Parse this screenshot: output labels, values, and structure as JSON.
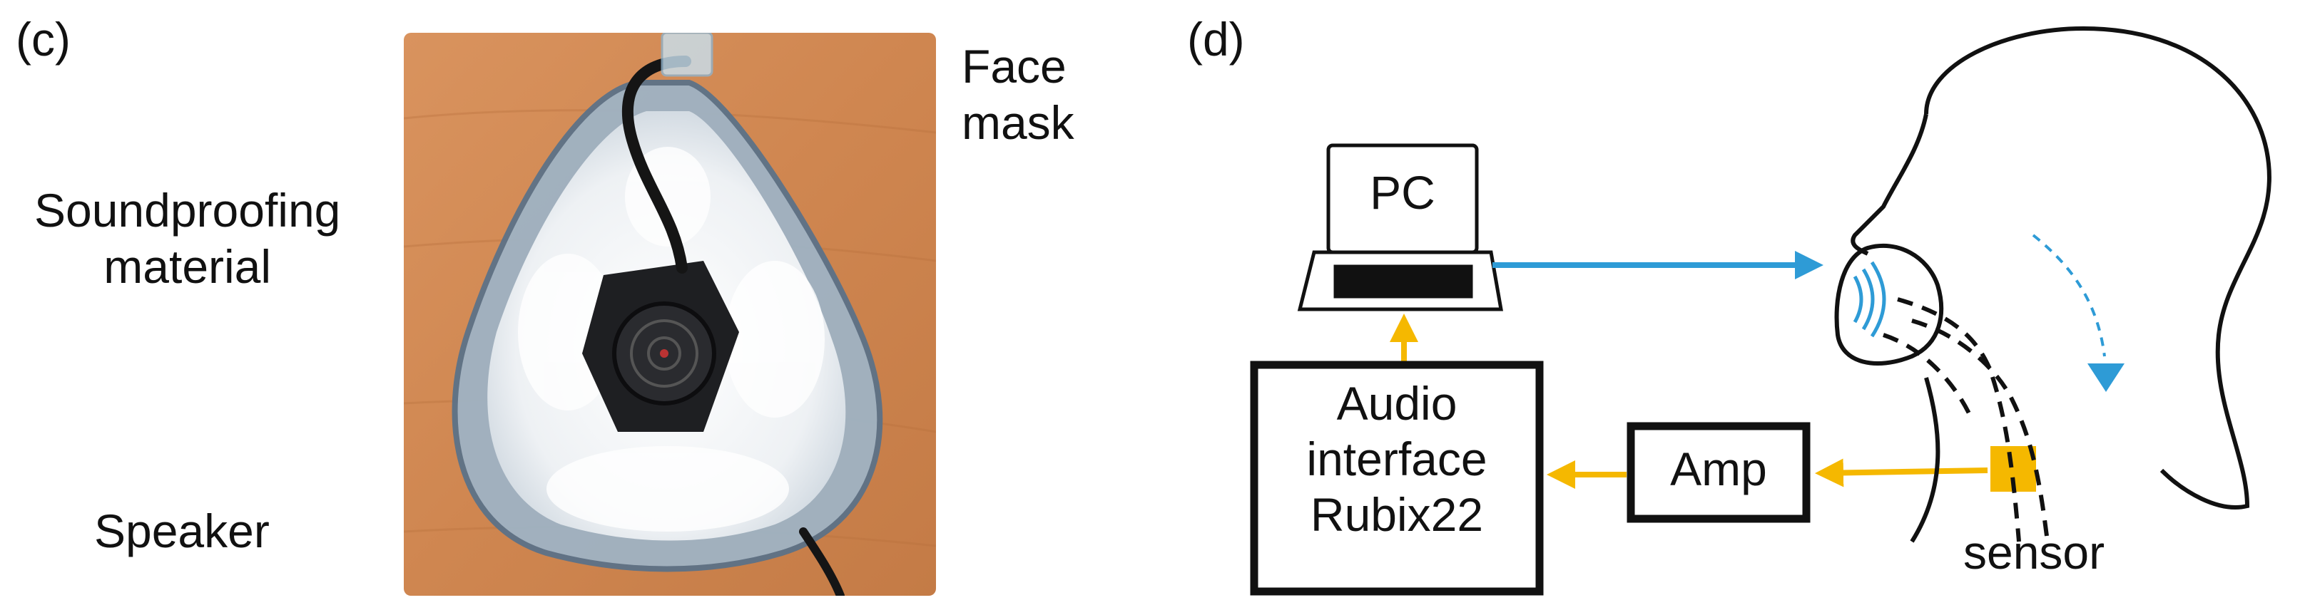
{
  "panel_c": {
    "label": "(c)",
    "face_mask_label": [
      "Face",
      "mask"
    ],
    "soundproofing_label": [
      "Soundproofing",
      "material"
    ],
    "speaker_label": "Speaker"
  },
  "panel_d": {
    "label": "(d)",
    "pc_label": "PC",
    "audio_interface_label": [
      "Audio",
      "interface",
      "Rubix22"
    ],
    "amp_label": "Amp",
    "sensor_label": "sensor",
    "colors": {
      "signal_out": "#2e9bd6",
      "signal_in": "#f5b800",
      "airflow": "#2e9bd6",
      "outline": "#111111"
    }
  }
}
